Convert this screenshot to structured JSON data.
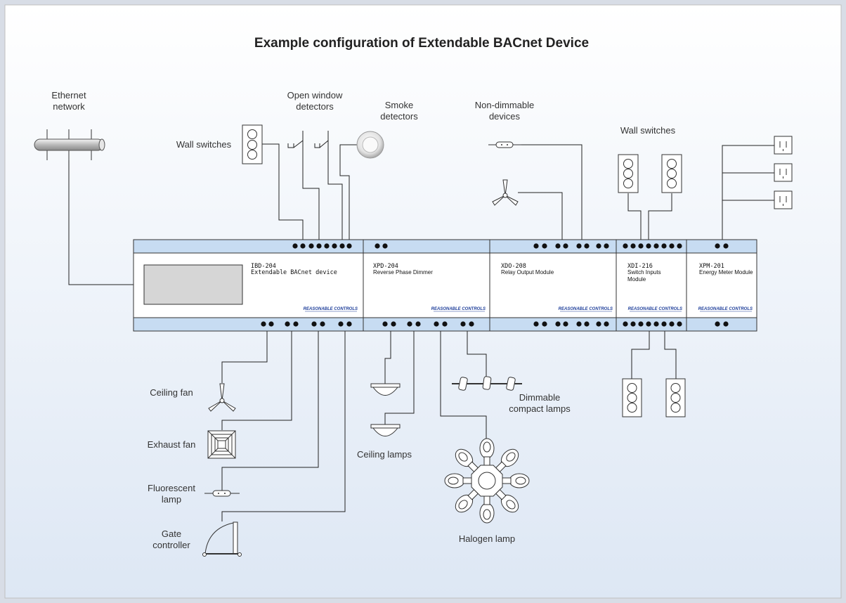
{
  "title": "Example configuration of Extendable BACnet Device",
  "labels": {
    "ethernet_1": "Ethernet",
    "ethernet_2": "network",
    "wall_switches_left": "Wall switches",
    "open_window_1": "Open window",
    "open_window_2": "detectors",
    "smoke_1": "Smoke",
    "smoke_2": "detectors",
    "nondim_1": "Non-dimmable",
    "nondim_2": "devices",
    "wall_switches_right": "Wall switches",
    "ceiling_fan": "Ceiling fan",
    "exhaust_fan": "Exhaust fan",
    "fluorescent_1": "Fluorescent",
    "fluorescent_2": "lamp",
    "gate_1": "Gate",
    "gate_2": "controller",
    "ceiling_lamps": "Ceiling lamps",
    "dimmable_1": "Dimmable",
    "dimmable_2": "compact lamps",
    "halogen": "Halogen lamp"
  },
  "modules": [
    {
      "code": "IBD-204",
      "desc": "Extendable BACnet device",
      "brand": "REASONABLE CONTROLS"
    },
    {
      "code": "XPD-204",
      "desc": "Reverse Phase Dimmer",
      "brand": "REASONABLE CONTROLS"
    },
    {
      "code": "XDO-208",
      "desc": "Relay Output Module",
      "brand": "REASONABLE CONTROLS"
    },
    {
      "code": "XDI-216",
      "desc1": "Switch Inputs",
      "desc2": "Module",
      "brand": "REASONABLE CONTROLS"
    },
    {
      "code": "XPM-201",
      "desc": "Energy Meter Module",
      "brand": "REASONABLE CONTROLS"
    }
  ],
  "colors": {
    "background_top": "#ffffff",
    "background_bottom": "#dde7f4",
    "terminal_strip": "#c7dcf2",
    "display": "#d6d6d6",
    "brand": "#1f3f9a"
  }
}
